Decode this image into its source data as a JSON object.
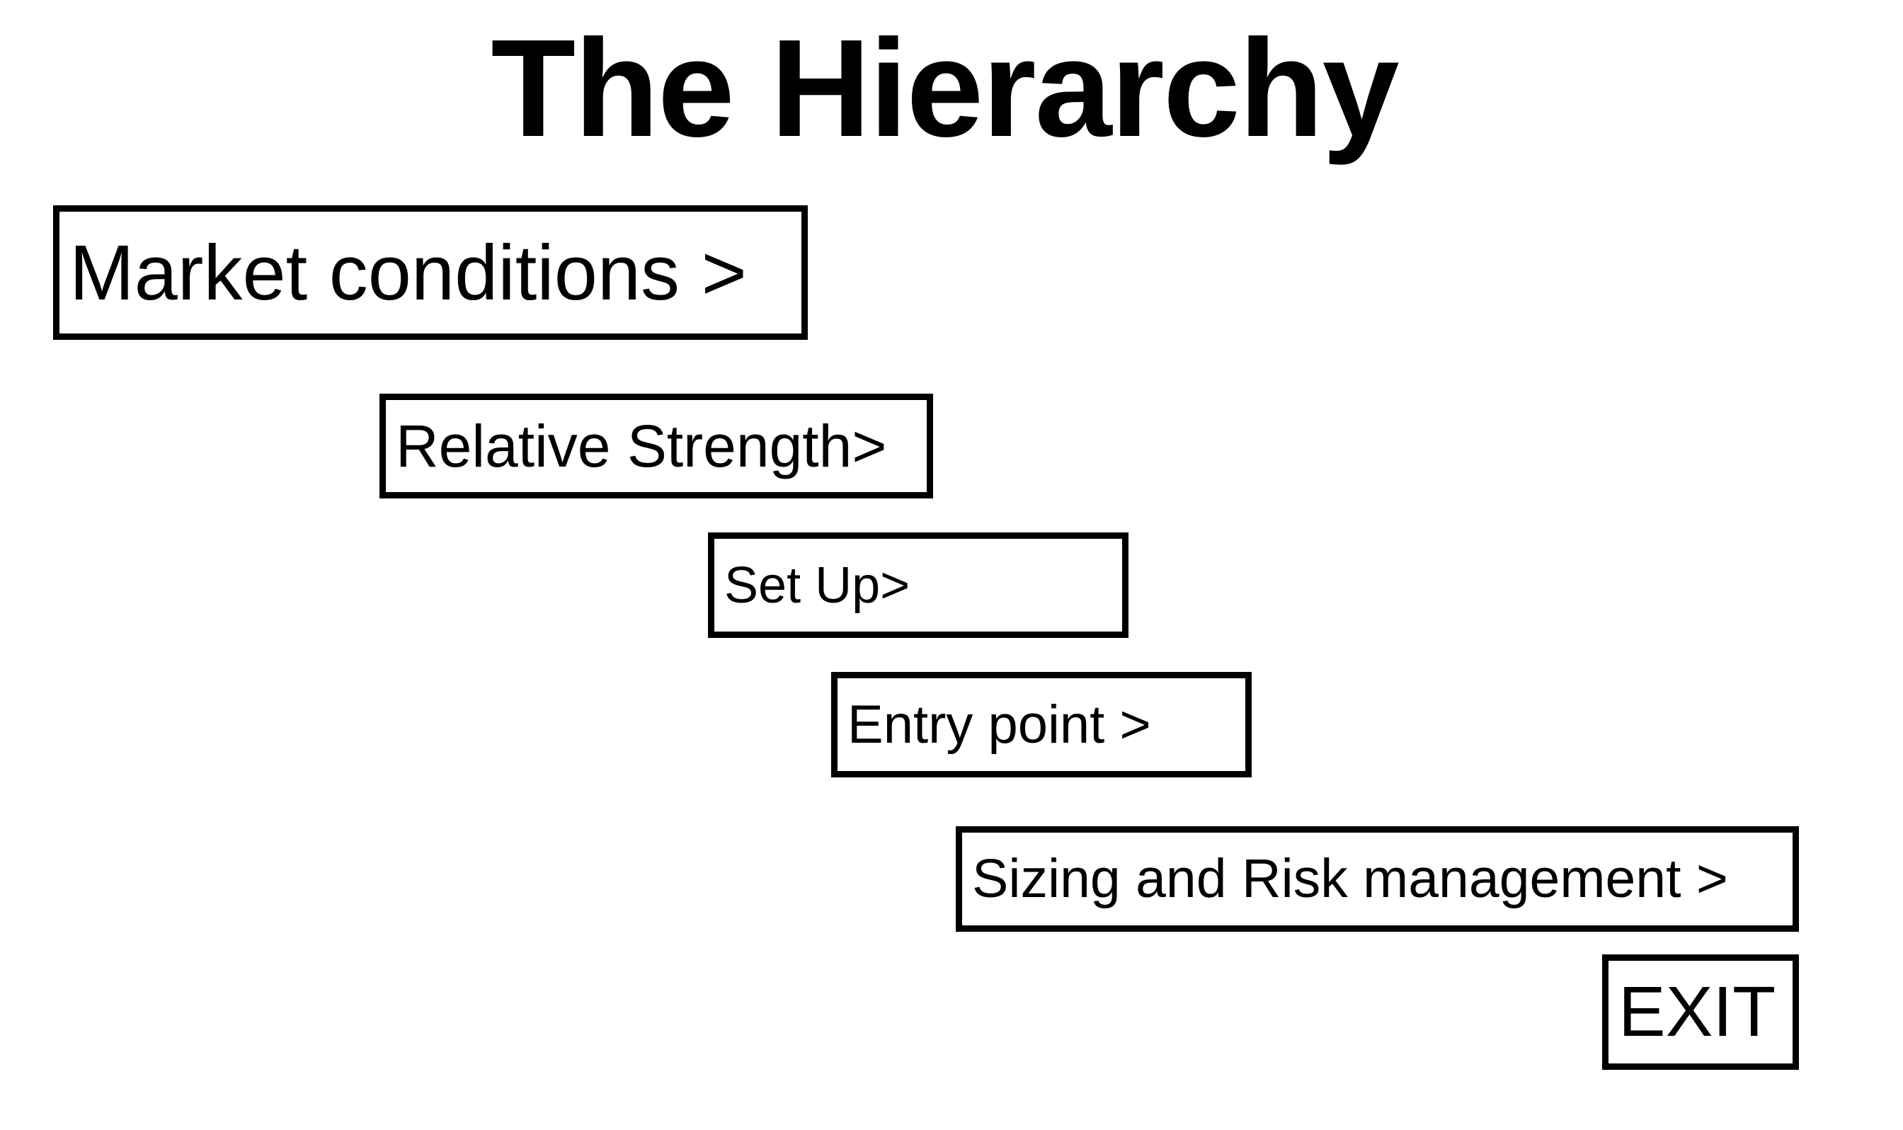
{
  "title": "The Hierarchy",
  "steps": [
    {
      "label": "Market conditions >"
    },
    {
      "label": "Relative Strength>"
    },
    {
      "label": "Set Up>"
    },
    {
      "label": "Entry point >"
    },
    {
      "label": "Sizing and Risk management >"
    }
  ],
  "exit": {
    "label": "EXIT"
  },
  "colors": {
    "border": "#000000",
    "text": "#000000",
    "background": "#ffffff"
  }
}
